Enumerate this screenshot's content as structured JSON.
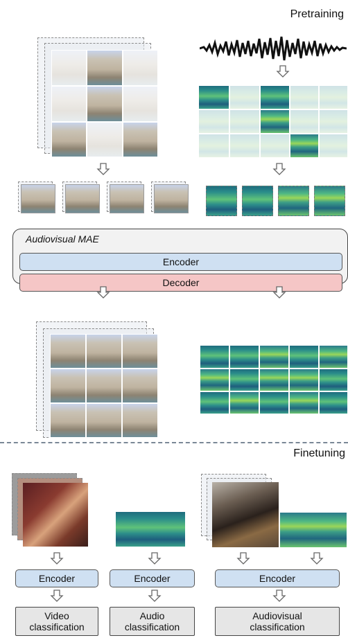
{
  "sections": {
    "pretraining": "Pretraining",
    "finetuning": "Finetuning"
  },
  "model": {
    "title": "Audiovisual MAE",
    "encoder_label": "Encoder",
    "decoder_label": "Decoder"
  },
  "finetune": {
    "encoder_label": "Encoder",
    "outputs": [
      {
        "line1": "Video",
        "line2": "classification"
      },
      {
        "line1": "Audio",
        "line2": "classification"
      },
      {
        "line1": "Audiovisual",
        "line2": "classification"
      }
    ]
  },
  "colors": {
    "encoder": "#cfe0f2",
    "decoder": "#f5c6c6",
    "output": "#e6e6e6",
    "panel": "#f2f2f2"
  }
}
